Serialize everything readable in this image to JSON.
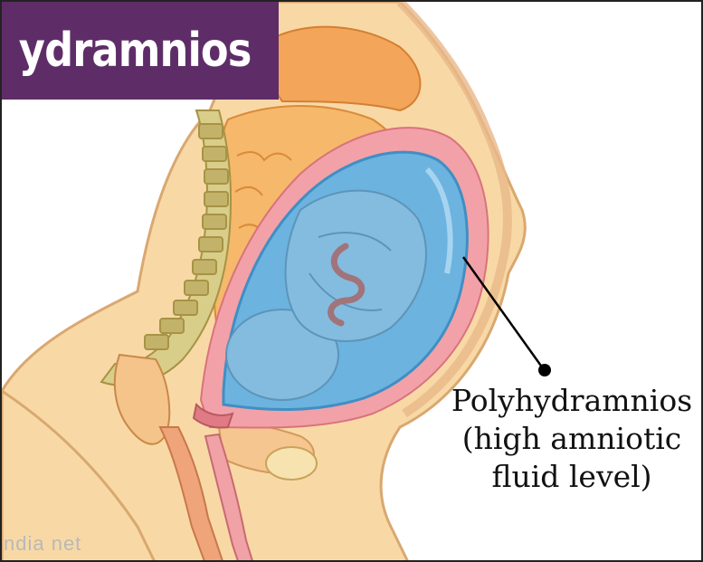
{
  "title": "ydramnios",
  "label_lines": [
    "Polyhydramnios",
    "(high amniotic",
    "fluid level)"
  ],
  "watermark": "ndia net",
  "colors": {
    "banner": "#5e2d68",
    "skin": "#f8d9a6",
    "fluid": "#6cb3df",
    "uterus_wall": "#f2a1a8",
    "spine": "#d9cd8a"
  }
}
